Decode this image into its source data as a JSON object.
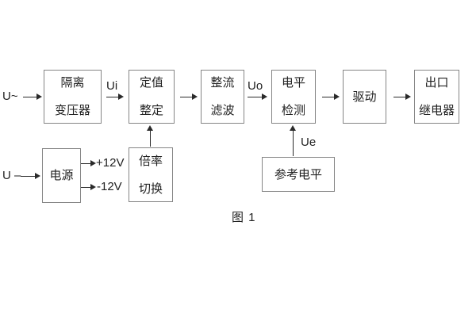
{
  "figure": {
    "caption": "图 1"
  },
  "colors": {
    "background": "#ffffff",
    "box_border": "#858585",
    "text": "#222222",
    "line": "#2a2a2a"
  },
  "labels": {
    "ac_input": "U~",
    "dc_input": "U –",
    "ui": "Ui",
    "uo": "Uo",
    "ue": "Ue",
    "plus_12v": "+12V",
    "minus_12v": "-12V"
  },
  "blocks": {
    "isolation_transformer": {
      "line1": "隔离",
      "line2": "变压器"
    },
    "value_setting": {
      "line1": "定值",
      "line2": "整定"
    },
    "rectify_filter": {
      "line1": "整流",
      "line2": "滤波"
    },
    "level_detect": {
      "line1": "电平",
      "line2": "检测"
    },
    "drive": {
      "label": "驱动"
    },
    "output_relay": {
      "line1": "出口",
      "line2": "继电器"
    },
    "power": {
      "label": "电源"
    },
    "ratio_switch": {
      "line1": "倍率",
      "line2": "切换"
    },
    "reference_level": {
      "label": "参考电平"
    }
  }
}
